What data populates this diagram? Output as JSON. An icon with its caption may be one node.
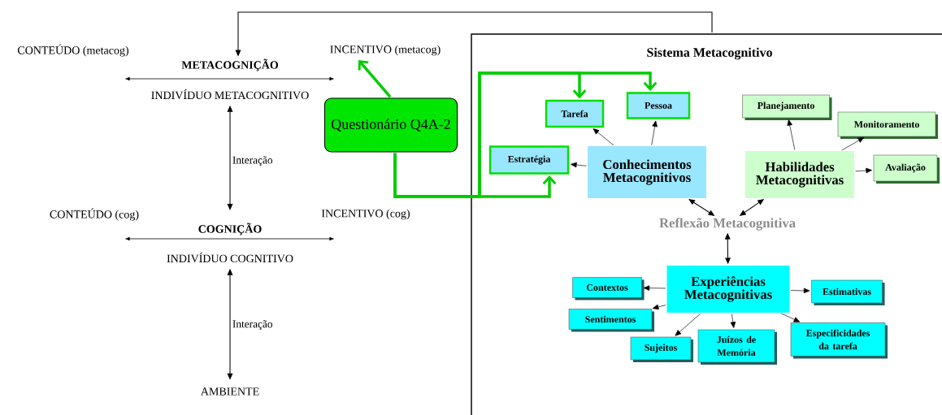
{
  "diagram": {
    "nodes": [
      {
        "text": [
          "Sistema Metacognitivo"
        ]
      },
      {
        "text": [
          "METACOGNIÇÃO"
        ]
      },
      {
        "text": [
          "INCENTIVO (metacog)"
        ]
      },
      {
        "text": [
          "INDIVÍDUO METACOGNITIVO"
        ]
      },
      {
        "text": [
          "Questionário Q4A-2"
        ]
      },
      {
        "text": [
          "COGNIÇÃO"
        ]
      },
      {
        "text": [
          "INDIVÍDUO COGNITIVO"
        ]
      },
      {
        "text": [
          "AMBIENTE"
        ]
      },
      {
        "text": [
          "Tarefa"
        ],
        "in": 0
      },
      {
        "text": [
          "Pessoa"
        ],
        "in": 0
      },
      {
        "text": [
          "Planejamento"
        ],
        "in": 0
      },
      {
        "text": [
          "Monitoramento"
        ],
        "in": 0
      },
      {
        "text": [
          "Estratégia"
        ],
        "in": 0
      },
      {
        "text": [
          "Conhecimentos Metacognitivos"
        ],
        "in": 0
      },
      {
        "text": [
          "Habilidades Metacognitivas"
        ],
        "in": 0
      },
      {
        "text": [
          "Avaliação"
        ],
        "in": 0
      },
      {
        "text": [
          "Reflexão Metacognitiva"
        ],
        "in": 0
      },
      {
        "text": [
          "Experiências Metacognitivas"
        ],
        "in": 0
      },
      {
        "text": [
          "Contextos"
        ],
        "in": 0
      },
      {
        "text": [
          "Estimativas"
        ],
        "in": 0
      },
      {
        "text": [
          "Sentimentos"
        ],
        "in": 0
      },
      {
        "text": [
          "Sujeitos"
        ],
        "in": 0
      },
      {
        "text": [
          "Juízos de Memória"
        ],
        "in": 0
      },
      {
        "text": [
          "Especificidades da tarefa"
        ],
        "in": 0
      }
    ],
    "edges": [
      {
        "from": 0,
        "to": 1,
        "arrow": "to"
      },
      {
        "from": 4,
        "to": 2,
        "arrow": "to",
        "style": "thick",
        "color": "#00cc00"
      },
      {
        "from": 4,
        "to": 8,
        "arrow": "to",
        "style": "thick",
        "color": "#00cc00"
      },
      {
        "from": 4,
        "to": 9,
        "arrow": "to",
        "style": "thick",
        "color": "#00cc00"
      },
      {
        "from": 4,
        "to": 12,
        "arrow": "to",
        "style": "thick",
        "color": "#00cc00"
      },
      {
        "from": 3,
        "to": 5,
        "arrow": "both",
        "label": "Interação"
      },
      {
        "from": 6,
        "to": 7,
        "arrow": "both",
        "label": "Interação"
      },
      {
        "from": 13,
        "to": 8,
        "arrow": "to"
      },
      {
        "from": 13,
        "to": 9,
        "arrow": "to"
      },
      {
        "from": 13,
        "to": 12,
        "arrow": "to"
      },
      {
        "from": 14,
        "to": 10,
        "arrow": "to"
      },
      {
        "from": 14,
        "to": 11,
        "arrow": "to"
      },
      {
        "from": 14,
        "to": 15,
        "arrow": "to"
      },
      {
        "from": 13,
        "to": 16,
        "arrow": "both"
      },
      {
        "from": 14,
        "to": 16,
        "arrow": "both"
      },
      {
        "from": 16,
        "to": 17,
        "arrow": "both"
      },
      {
        "from": 17,
        "to": 18,
        "arrow": "to"
      },
      {
        "from": 17,
        "to": 19,
        "arrow": "to"
      },
      {
        "from": 17,
        "to": 20,
        "arrow": "to"
      },
      {
        "from": 17,
        "to": 21,
        "arrow": "to"
      },
      {
        "from": 17,
        "to": 22,
        "arrow": "to"
      },
      {
        "from": 17,
        "to": 23,
        "arrow": "to"
      }
    ],
    "labels": [
      "CONTEÚDO (metacog)",
      "CONTEÚDO (cog)",
      "INCENTIVO (cog)"
    ]
  }
}
